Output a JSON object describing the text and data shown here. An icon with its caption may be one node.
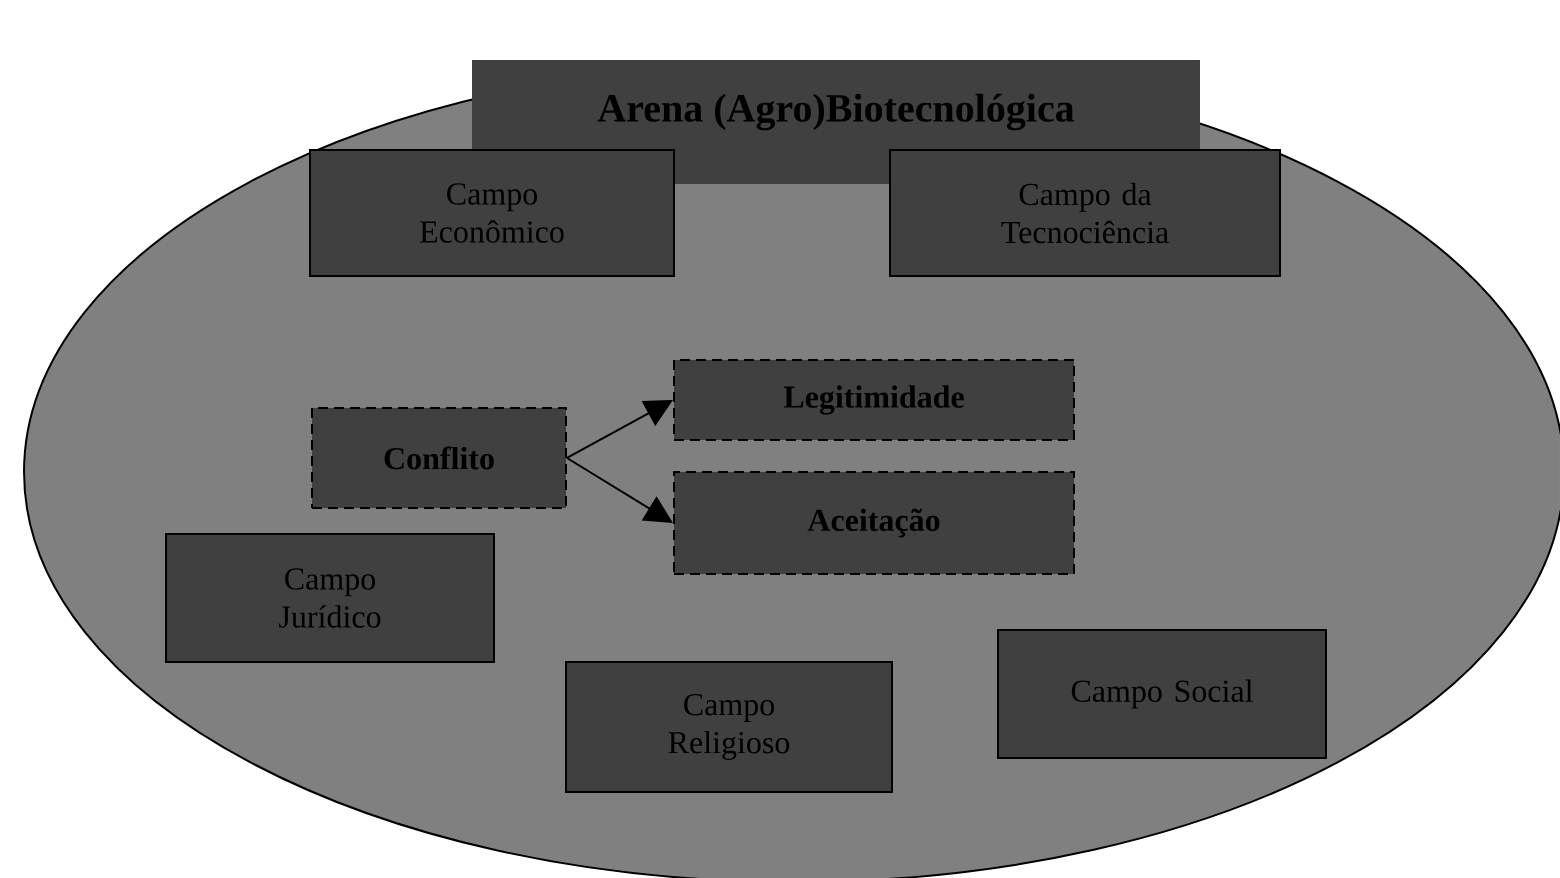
{
  "diagram": {
    "nodes": [
      {
        "text": [
          "Arena (Agro)Biotecnológica"
        ]
      },
      {
        "text": [
          "Campo Econômico"
        ],
        "in": 0
      },
      {
        "text": [
          "Campo da Tecnociência"
        ],
        "in": 0
      },
      {
        "text": [
          "Conflito"
        ],
        "in": 0
      },
      {
        "text": [
          "Legitimidade"
        ],
        "in": 0
      },
      {
        "text": [
          "Aceitação"
        ],
        "in": 0
      },
      {
        "text": [
          "Campo Jurídico"
        ],
        "in": 0
      },
      {
        "text": [
          "Campo Religioso"
        ],
        "in": 0
      },
      {
        "text": [
          "Campo Social"
        ],
        "in": 0
      }
    ],
    "edges": [
      {
        "from": 3,
        "to": 4,
        "arrow": "to"
      },
      {
        "from": 3,
        "to": 5,
        "arrow": "to"
      }
    ]
  }
}
